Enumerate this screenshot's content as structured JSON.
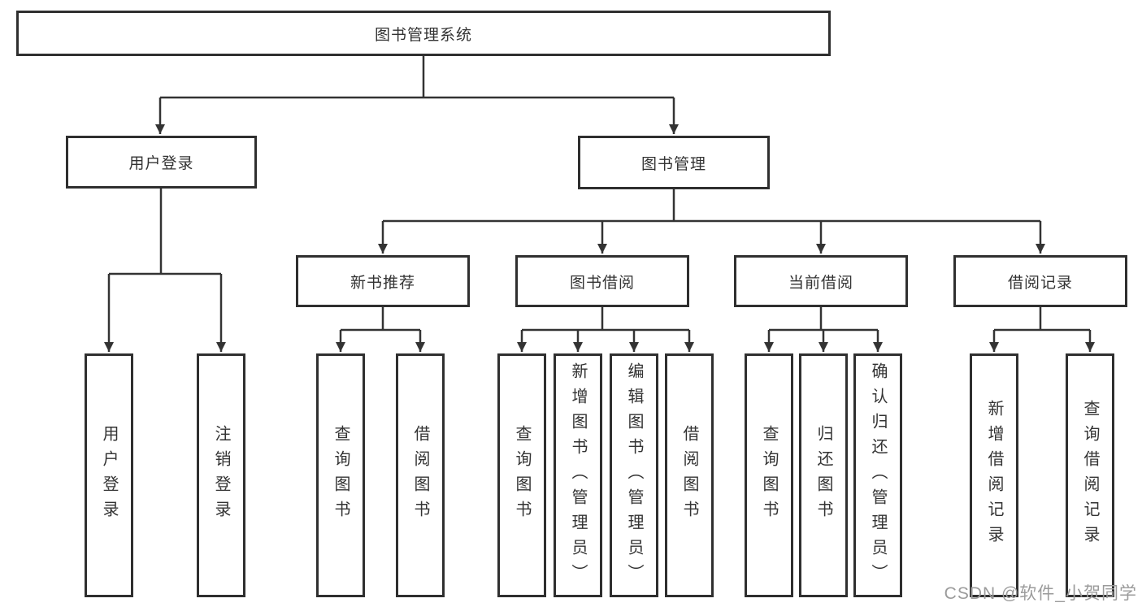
{
  "diagram": {
    "title": "图书管理系统",
    "tree": {
      "root": {
        "label": "图书管理系统"
      },
      "branches": [
        {
          "label": "用户登录",
          "children": [
            {
              "label": "用户登录"
            },
            {
              "label": "注销登录"
            }
          ]
        },
        {
          "label": "图书管理",
          "children": [
            {
              "label": "新书推荐",
              "children": [
                {
                  "label": "查询图书"
                },
                {
                  "label": "借阅图书"
                }
              ]
            },
            {
              "label": "图书借阅",
              "children": [
                {
                  "label": "查询图书"
                },
                {
                  "label": "新增图书（管理员）"
                },
                {
                  "label": "编辑图书（管理员）"
                },
                {
                  "label": "借阅图书"
                }
              ]
            },
            {
              "label": "当前借阅",
              "children": [
                {
                  "label": "查询图书"
                },
                {
                  "label": "归还图书"
                },
                {
                  "label": "确认归还（管理员）"
                }
              ]
            },
            {
              "label": "借阅记录",
              "children": [
                {
                  "label": "新增借阅记录"
                },
                {
                  "label": "查询借阅记录"
                }
              ]
            }
          ]
        }
      ]
    },
    "colors": {
      "line": "#333333",
      "box_border": "#2f2f2f",
      "text": "#333333",
      "watermark": "#9b9b9b",
      "background": "#ffffff"
    }
  },
  "watermark": {
    "text": "CSDN @软件_小贺同学"
  }
}
